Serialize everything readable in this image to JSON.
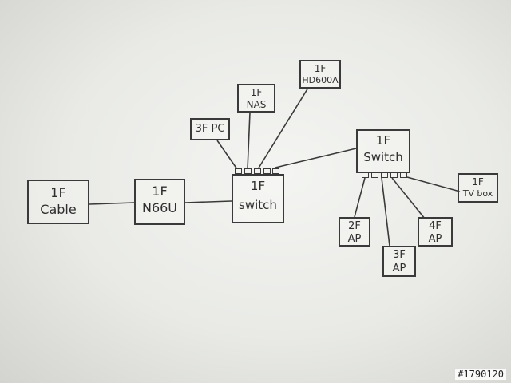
{
  "diagram": {
    "nodes": {
      "cable": {
        "floor": "1F",
        "label": "Cable"
      },
      "n66u": {
        "floor": "1F",
        "label": "N66U"
      },
      "switch1": {
        "floor": "1F",
        "label": "switch"
      },
      "pc": {
        "label": "3F PC"
      },
      "nas": {
        "floor": "1F",
        "label": "NAS"
      },
      "hd600a": {
        "floor": "1F",
        "label": "HD600A"
      },
      "switch2": {
        "floor": "1F",
        "label": "Switch"
      },
      "tvbox": {
        "floor": "1F",
        "label": "TV box"
      },
      "ap2f": {
        "floor": "2F",
        "label": "AP"
      },
      "ap3f": {
        "floor": "3F",
        "label": "AP"
      },
      "ap4f": {
        "floor": "4F",
        "label": "AP"
      }
    },
    "links": [
      [
        "cable",
        "n66u"
      ],
      [
        "n66u",
        "switch1"
      ],
      [
        "switch1",
        "pc"
      ],
      [
        "switch1",
        "nas"
      ],
      [
        "switch1",
        "hd600a"
      ],
      [
        "switch1",
        "switch2"
      ],
      [
        "switch2",
        "ap2f"
      ],
      [
        "switch2",
        "ap3f"
      ],
      [
        "switch2",
        "ap4f"
      ],
      [
        "switch2",
        "tvbox"
      ]
    ]
  },
  "watermark": "#1790120",
  "colors": {
    "ink": "#3a3a3a",
    "paper": "#eeeeea"
  }
}
